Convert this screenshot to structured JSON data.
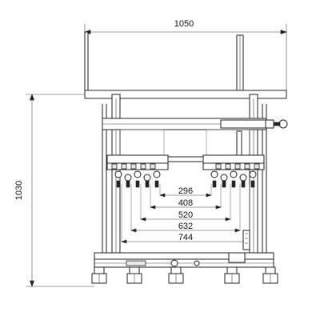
{
  "dimensions": {
    "overall_width": "1050",
    "overall_height": "1030",
    "spans": [
      "296",
      "408",
      "520",
      "632",
      "744"
    ]
  },
  "colors": {
    "line": "#222222",
    "background": "#ffffff"
  }
}
